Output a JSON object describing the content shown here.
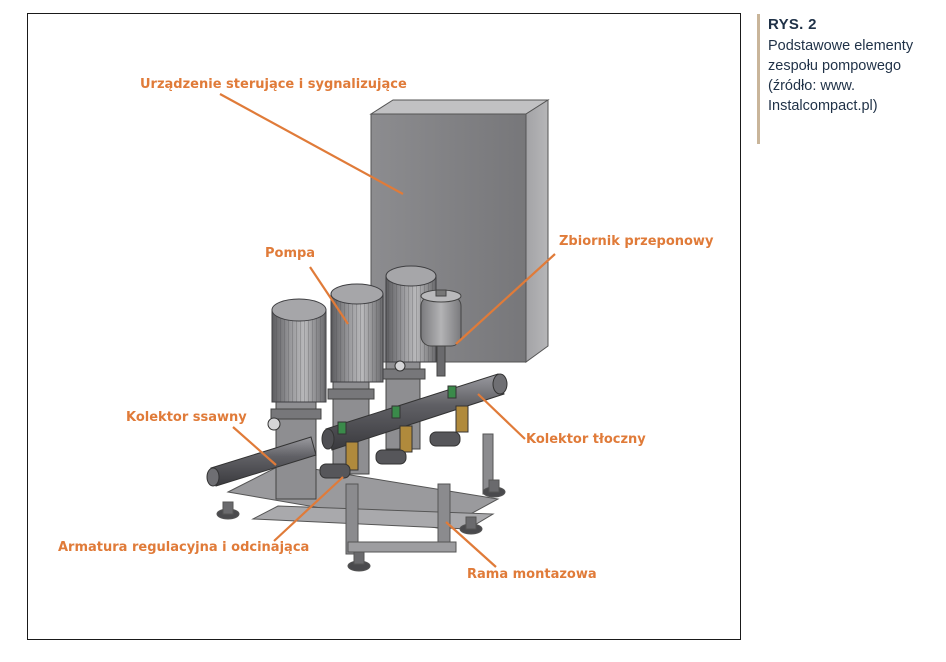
{
  "caption": {
    "title": "RYS. 2",
    "text": "Podstawowe elementy zespołu pompowego (źródło: www. Instalcompact.pl)"
  },
  "labels": {
    "control_unit": "Urządzenie sterujące i sygnalizujące",
    "pump": "Pompa",
    "diaphragm_tank": "Zbiornik przeponowy",
    "suction_manifold": "Kolektor ssawny",
    "discharge_manifold": "Kolektor tłoczny",
    "fittings": "Armatura regulacyjna i odcinająca",
    "frame": "Rama montazowa"
  },
  "colors": {
    "label": "#e07b39",
    "leader": "#e07b39",
    "caption_text": "#1f3147",
    "caption_rule": "#c9b59a"
  }
}
